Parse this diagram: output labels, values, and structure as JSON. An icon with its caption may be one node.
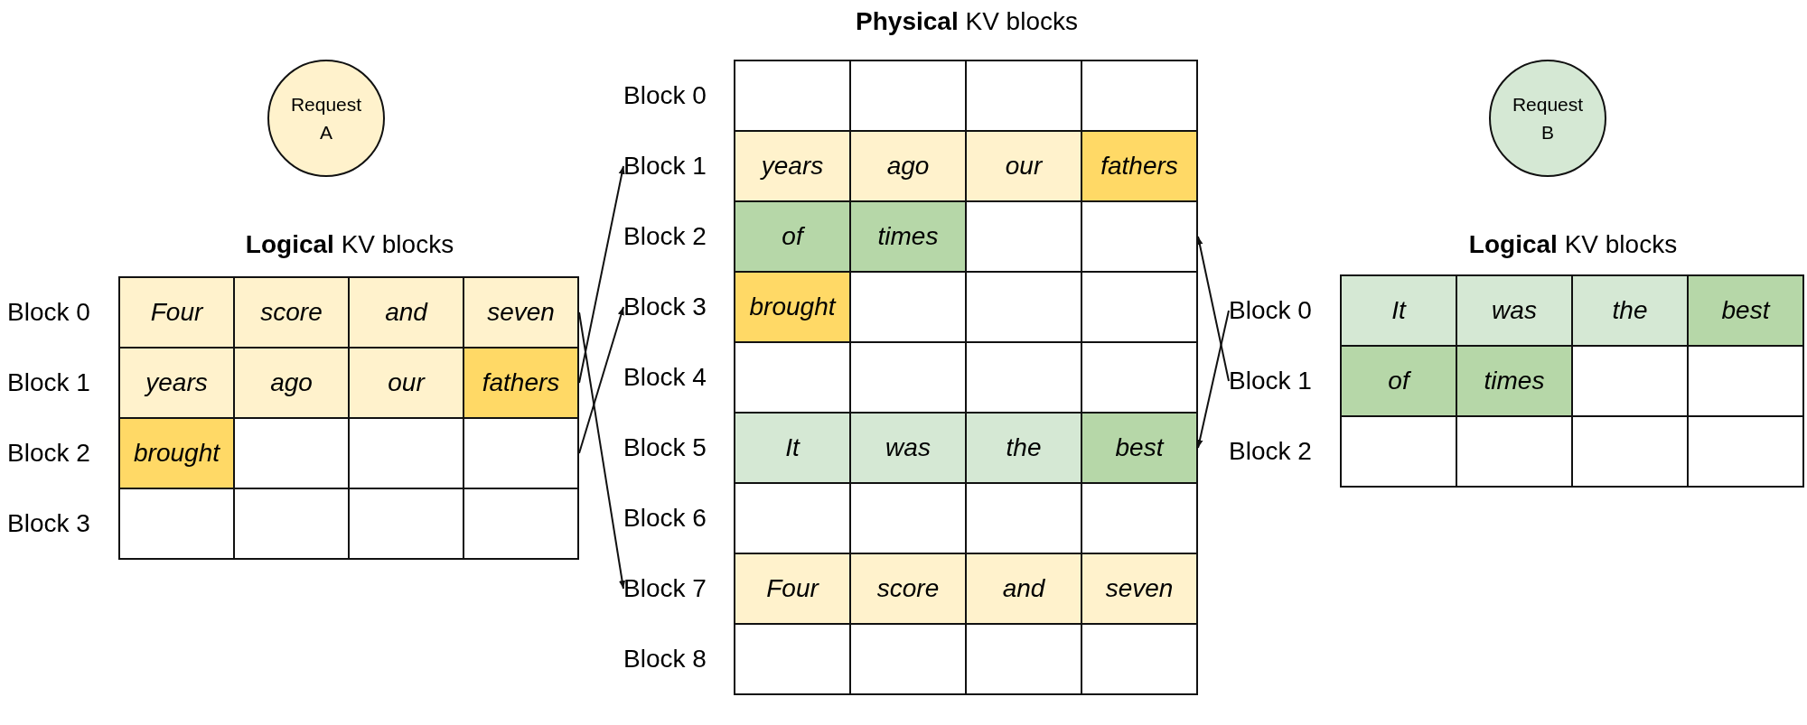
{
  "diagram": {
    "nodes": [
      {
        "text": [
          "**Physical** KV blocks"
        ]
      },
      {
        "text": [
          "Block 0"
        ],
        "in": 0
      },
      {
        "text": [
          "Block 1",
          "years",
          "ago",
          "our",
          "fathers"
        ],
        "in": 0
      },
      {
        "text": [
          "Block 2",
          "of",
          "times"
        ],
        "in": 0
      },
      {
        "text": [
          "Block 3",
          "brought"
        ],
        "in": 0
      },
      {
        "text": [
          "Block 4"
        ],
        "in": 0
      },
      {
        "text": [
          "Block 5",
          "It",
          "was",
          "the",
          "best"
        ],
        "in": 0
      },
      {
        "text": [
          "Block 6"
        ],
        "in": 0
      },
      {
        "text": [
          "Block 7",
          "Four",
          "score",
          "and",
          "seven"
        ],
        "in": 0
      },
      {
        "text": [
          "Block 8"
        ],
        "in": 0
      },
      {
        "text": [
          "Request A"
        ]
      },
      {
        "text": [
          "**Logical** KV blocks"
        ]
      },
      {
        "text": [
          "Block 0",
          "Four",
          "score",
          "and",
          "seven"
        ],
        "in": 11
      },
      {
        "text": [
          "Block 1",
          "years",
          "ago",
          "our",
          "fathers"
        ],
        "in": 11
      },
      {
        "text": [
          "Block 2",
          "brought"
        ],
        "in": 11
      },
      {
        "text": [
          "Block 3"
        ],
        "in": 11
      },
      {
        "text": [
          "Request B"
        ]
      },
      {
        "text": [
          "**Logical** KV blocks"
        ]
      },
      {
        "text": [
          "Block 0",
          "It",
          "was",
          "the",
          "best"
        ],
        "in": 17
      },
      {
        "text": [
          "Block 1",
          "of",
          "times"
        ],
        "in": 17
      },
      {
        "text": [
          "Block 2"
        ],
        "in": 17
      }
    ],
    "edges": [
      {
        "from": 12,
        "to": 8,
        "arrow": "to"
      },
      {
        "from": 13,
        "to": 2,
        "arrow": "to"
      },
      {
        "from": 14,
        "to": 4,
        "arrow": "to"
      },
      {
        "from": 18,
        "to": 6,
        "arrow": "to"
      },
      {
        "from": 19,
        "to": 3,
        "arrow": "to"
      }
    ]
  }
}
